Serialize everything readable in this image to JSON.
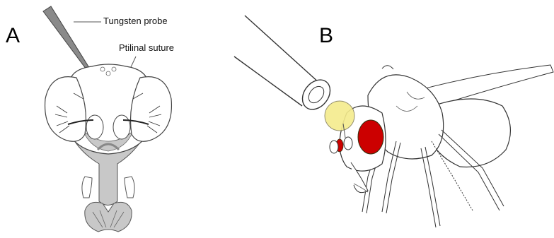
{
  "panel_a": {
    "letter": "A",
    "labels": {
      "probe": "Tungsten probe",
      "suture": "Ptilinal suture"
    }
  },
  "panel_b": {
    "letter": "B"
  },
  "colors": {
    "probe_gray": "#8a8a8a",
    "head_gray": "#c8c8c8",
    "eye_red": "#cc0000",
    "drop_yellow": "#f5ec8c",
    "line": "#222222"
  }
}
